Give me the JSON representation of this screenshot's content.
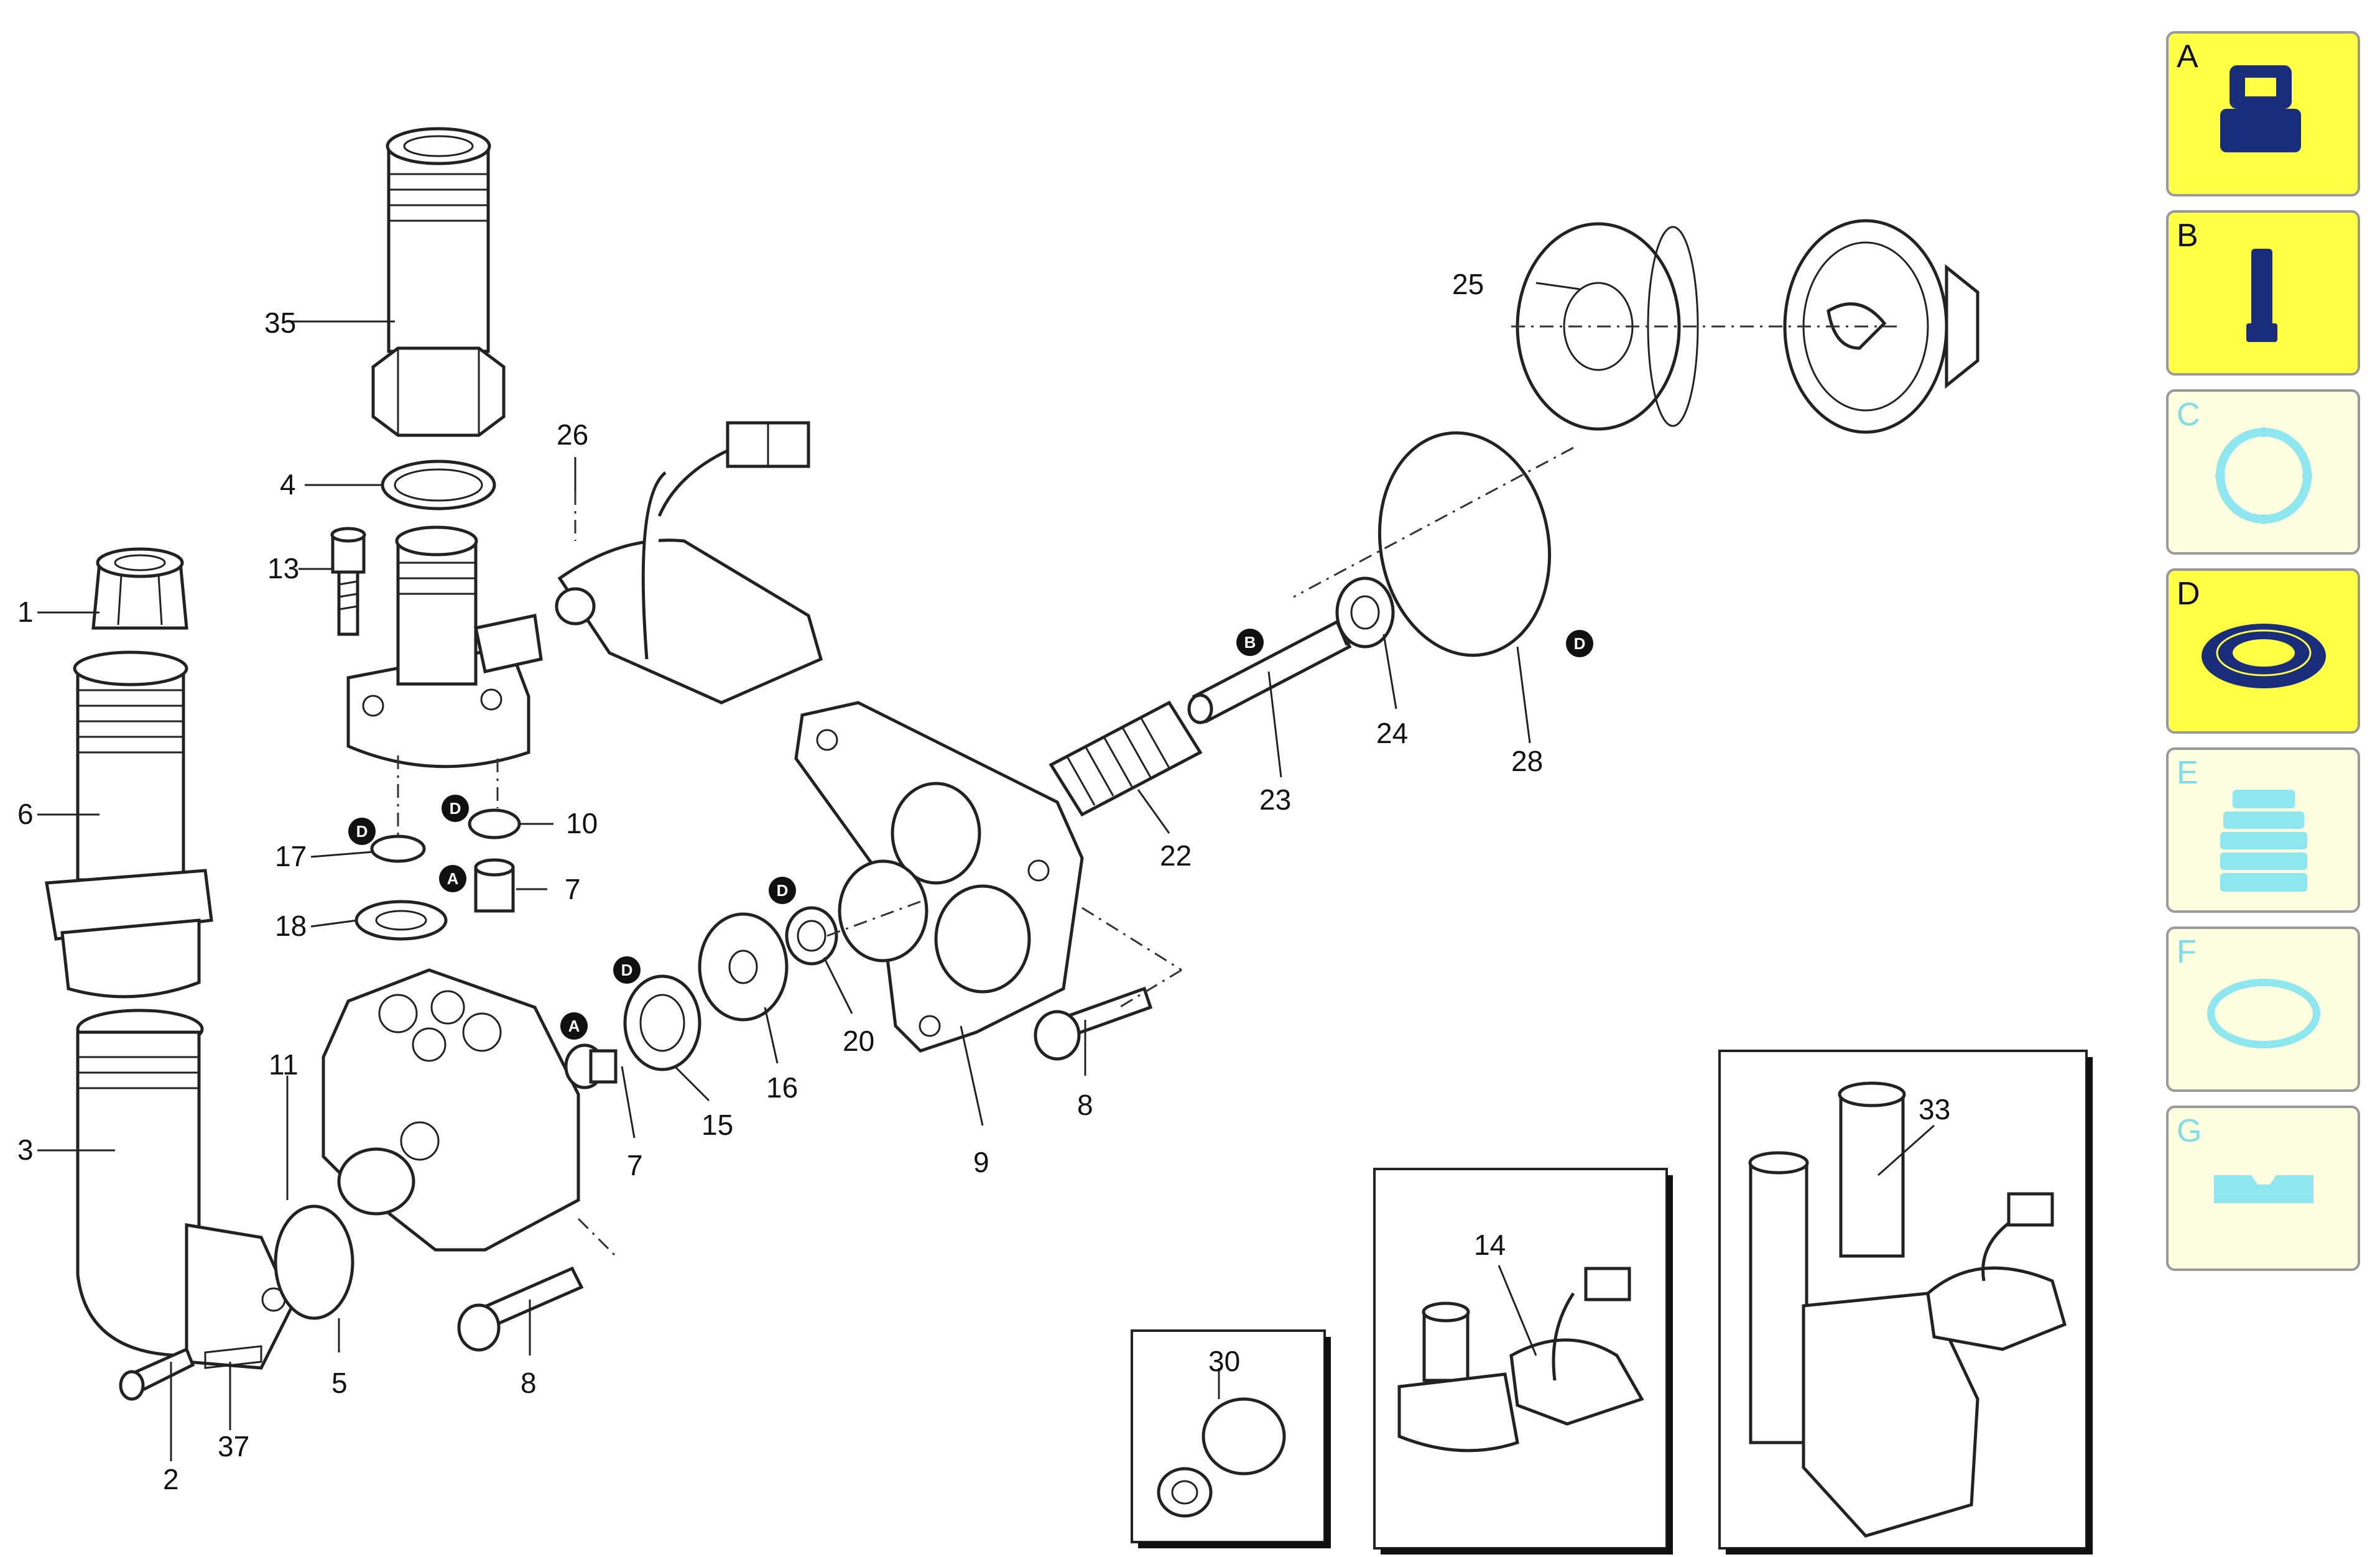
{
  "callouts": [
    {
      "id": "c1",
      "text": "1"
    },
    {
      "id": "c2",
      "text": "2"
    },
    {
      "id": "c3",
      "text": "3"
    },
    {
      "id": "c4",
      "text": "4"
    },
    {
      "id": "c5",
      "text": "5"
    },
    {
      "id": "c6",
      "text": "6"
    },
    {
      "id": "c7a",
      "text": "7"
    },
    {
      "id": "c7b",
      "text": "7"
    },
    {
      "id": "c8a",
      "text": "8"
    },
    {
      "id": "c8b",
      "text": "8"
    },
    {
      "id": "c9",
      "text": "9"
    },
    {
      "id": "c10",
      "text": "10"
    },
    {
      "id": "c11",
      "text": "11"
    },
    {
      "id": "c13",
      "text": "13"
    },
    {
      "id": "c14",
      "text": "14"
    },
    {
      "id": "c15",
      "text": "15"
    },
    {
      "id": "c16",
      "text": "16"
    },
    {
      "id": "c17",
      "text": "17"
    },
    {
      "id": "c18",
      "text": "18"
    },
    {
      "id": "c20",
      "text": "20"
    },
    {
      "id": "c22",
      "text": "22"
    },
    {
      "id": "c23",
      "text": "23"
    },
    {
      "id": "c24",
      "text": "24"
    },
    {
      "id": "c25",
      "text": "25"
    },
    {
      "id": "c26",
      "text": "26"
    },
    {
      "id": "c28",
      "text": "28"
    },
    {
      "id": "c30",
      "text": "30"
    },
    {
      "id": "c33",
      "text": "33"
    },
    {
      "id": "c35",
      "text": "35"
    },
    {
      "id": "c37",
      "text": "37"
    }
  ],
  "badges": [
    {
      "id": "b1",
      "text": "D"
    },
    {
      "id": "b2",
      "text": "D"
    },
    {
      "id": "b3",
      "text": "A"
    },
    {
      "id": "b4",
      "text": "A"
    },
    {
      "id": "b5",
      "text": "D"
    },
    {
      "id": "b6",
      "text": "D"
    },
    {
      "id": "b7",
      "text": "B"
    },
    {
      "id": "b8",
      "text": "D"
    }
  ],
  "kit_panel": [
    {
      "letter": "A",
      "active": true,
      "icon": "valve-kit-icon"
    },
    {
      "letter": "B",
      "active": true,
      "icon": "piston-kit-icon"
    },
    {
      "letter": "C",
      "active": false,
      "icon": "gasket-kit-icon"
    },
    {
      "letter": "D",
      "active": true,
      "icon": "seal-kit-icon"
    },
    {
      "letter": "E",
      "active": false,
      "icon": "bellows-kit-icon"
    },
    {
      "letter": "F",
      "active": false,
      "icon": "oring-kit-icon"
    },
    {
      "letter": "G",
      "active": false,
      "icon": "block-kit-icon"
    }
  ],
  "colors": {
    "active_bg": "#ffff44",
    "inactive_bg": "#fdfde0",
    "active_icon": "#1a2d7a",
    "inactive_icon": "#8ee6ee",
    "inactive_letter": "#7fdde6",
    "line": "#222222"
  }
}
